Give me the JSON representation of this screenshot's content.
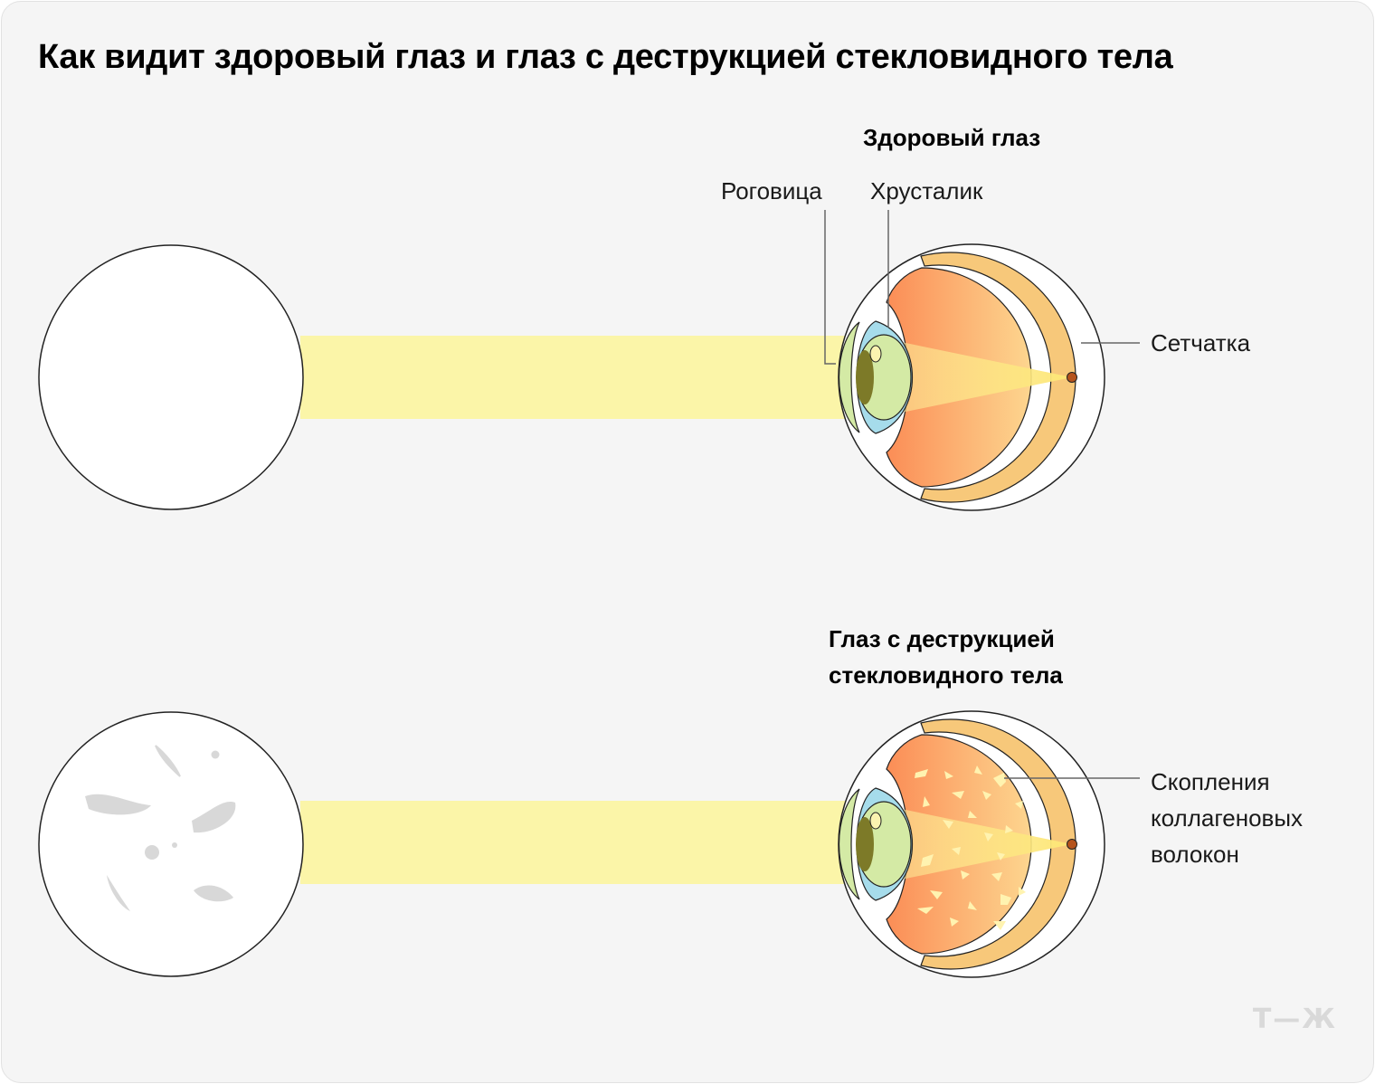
{
  "title": "Как видит здоровый глаз и глаз с деструкцией стекловидного тела",
  "healthy": {
    "heading": "Здоровый глаз",
    "labels": {
      "cornea": "Роговица",
      "lens": "Хрусталик",
      "retina": "Сетчатка"
    }
  },
  "diseased": {
    "heading_line1": "Глаз с деструкцией",
    "heading_line2": "стекловидного тела",
    "labels": {
      "floaters_line1": "Скопления",
      "floaters_line2": "коллагеновых",
      "floaters_line3": "волокон"
    }
  },
  "logo": "Т—Ж",
  "colors": {
    "background": "#f5f5f5",
    "light_beam": "#fbf5a8",
    "vitreous_light": "#fcd28a",
    "vitreous_dark": "#fb8d56",
    "sclera": "#f7c87a",
    "iris": "#a6dceb",
    "lens": "#d4eaa5",
    "pupil": "#7d7a28",
    "fovea": "#b5531c",
    "floaters_view": "#d8d8d8",
    "fibers": "#fff3b0"
  }
}
